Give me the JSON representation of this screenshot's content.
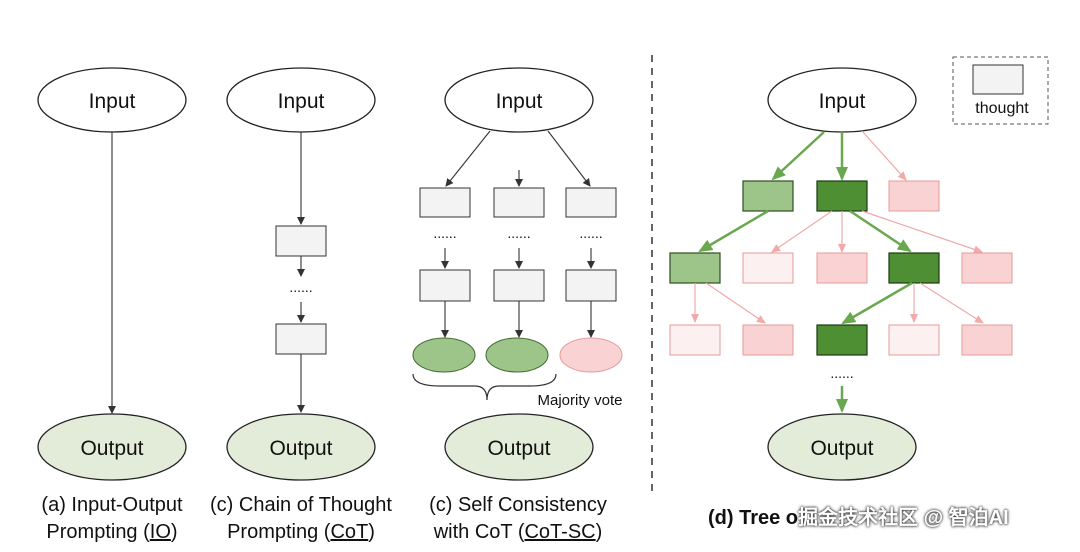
{
  "nodes": {
    "input_label": "Input",
    "output_label": "Output",
    "ellipsis": "......",
    "majority_vote": "Majority vote",
    "legend_thought": "thought"
  },
  "captions": {
    "io": {
      "line1": "(a) Input-Output",
      "line2_prefix": "Prompting (",
      "line2_abbr": "IO",
      "line2_suffix": ")"
    },
    "cot": {
      "line1": "(c) Chain of Thought",
      "line2_prefix": "Prompting (",
      "line2_abbr": "CoT",
      "line2_suffix": ")"
    },
    "cotsc": {
      "line1": "(c) Self Consistency",
      "line2_prefix": "with CoT (",
      "line2_abbr": "CoT-SC",
      "line2_suffix": ")"
    },
    "tot": {
      "text": "(d) Tree o",
      "watermark": "掘金技术社区 @ 智泊AI"
    }
  },
  "colors": {
    "green_dark": "#4e8f34",
    "green_mid": "#9dc58a",
    "green_light": "#e3ecdb",
    "output_fill": "#e3ecd9",
    "pink_fill": "#f9d3d3",
    "pink_stroke": "#e79a9a",
    "pink_pale": "#fdf0f0",
    "green_edge": "#6aa84f",
    "pink_edge": "#f1a9a9"
  }
}
